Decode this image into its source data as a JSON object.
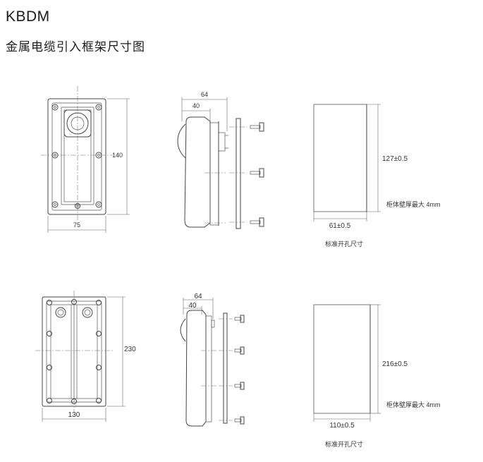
{
  "header": {
    "title": "KBDM",
    "subtitle": "金属电缆引入框架尺寸图"
  },
  "top_row": {
    "front_view": {
      "width_label": "75",
      "height_label": "140"
    },
    "side_view": {
      "depth_label": "64",
      "body_label": "40"
    },
    "cutout": {
      "height_label": "127±0.5",
      "width_label": "61±0.5",
      "wall_note": "柜体壁厚最大 4mm",
      "caption": "标准开孔尺寸"
    }
  },
  "bottom_row": {
    "front_view": {
      "width_label": "130",
      "height_label": "230"
    },
    "side_view": {
      "depth_label": "64",
      "body_label": "40"
    },
    "cutout": {
      "height_label": "216±0.5",
      "width_label": "110±0.5",
      "wall_note": "柜体壁厚最大 4mm",
      "caption": "标准开孔尺寸"
    }
  }
}
